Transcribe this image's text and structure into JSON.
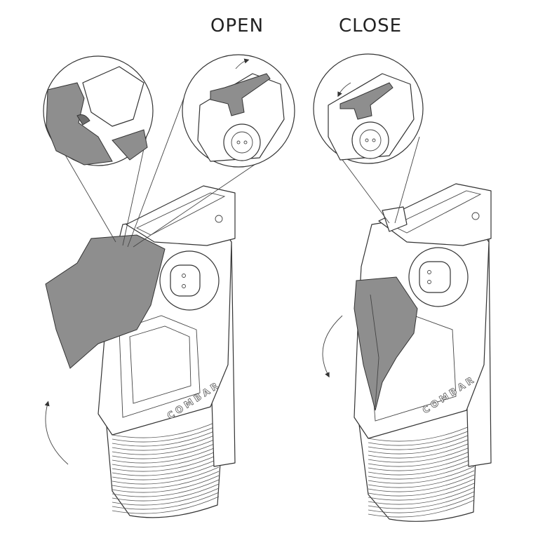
{
  "headings": {
    "open": "OPEN",
    "close": "CLOSE"
  },
  "logo_text": "COMBAR",
  "colors": {
    "lever": "#8e8e8e",
    "line": "#333333",
    "background": "#ffffff"
  }
}
